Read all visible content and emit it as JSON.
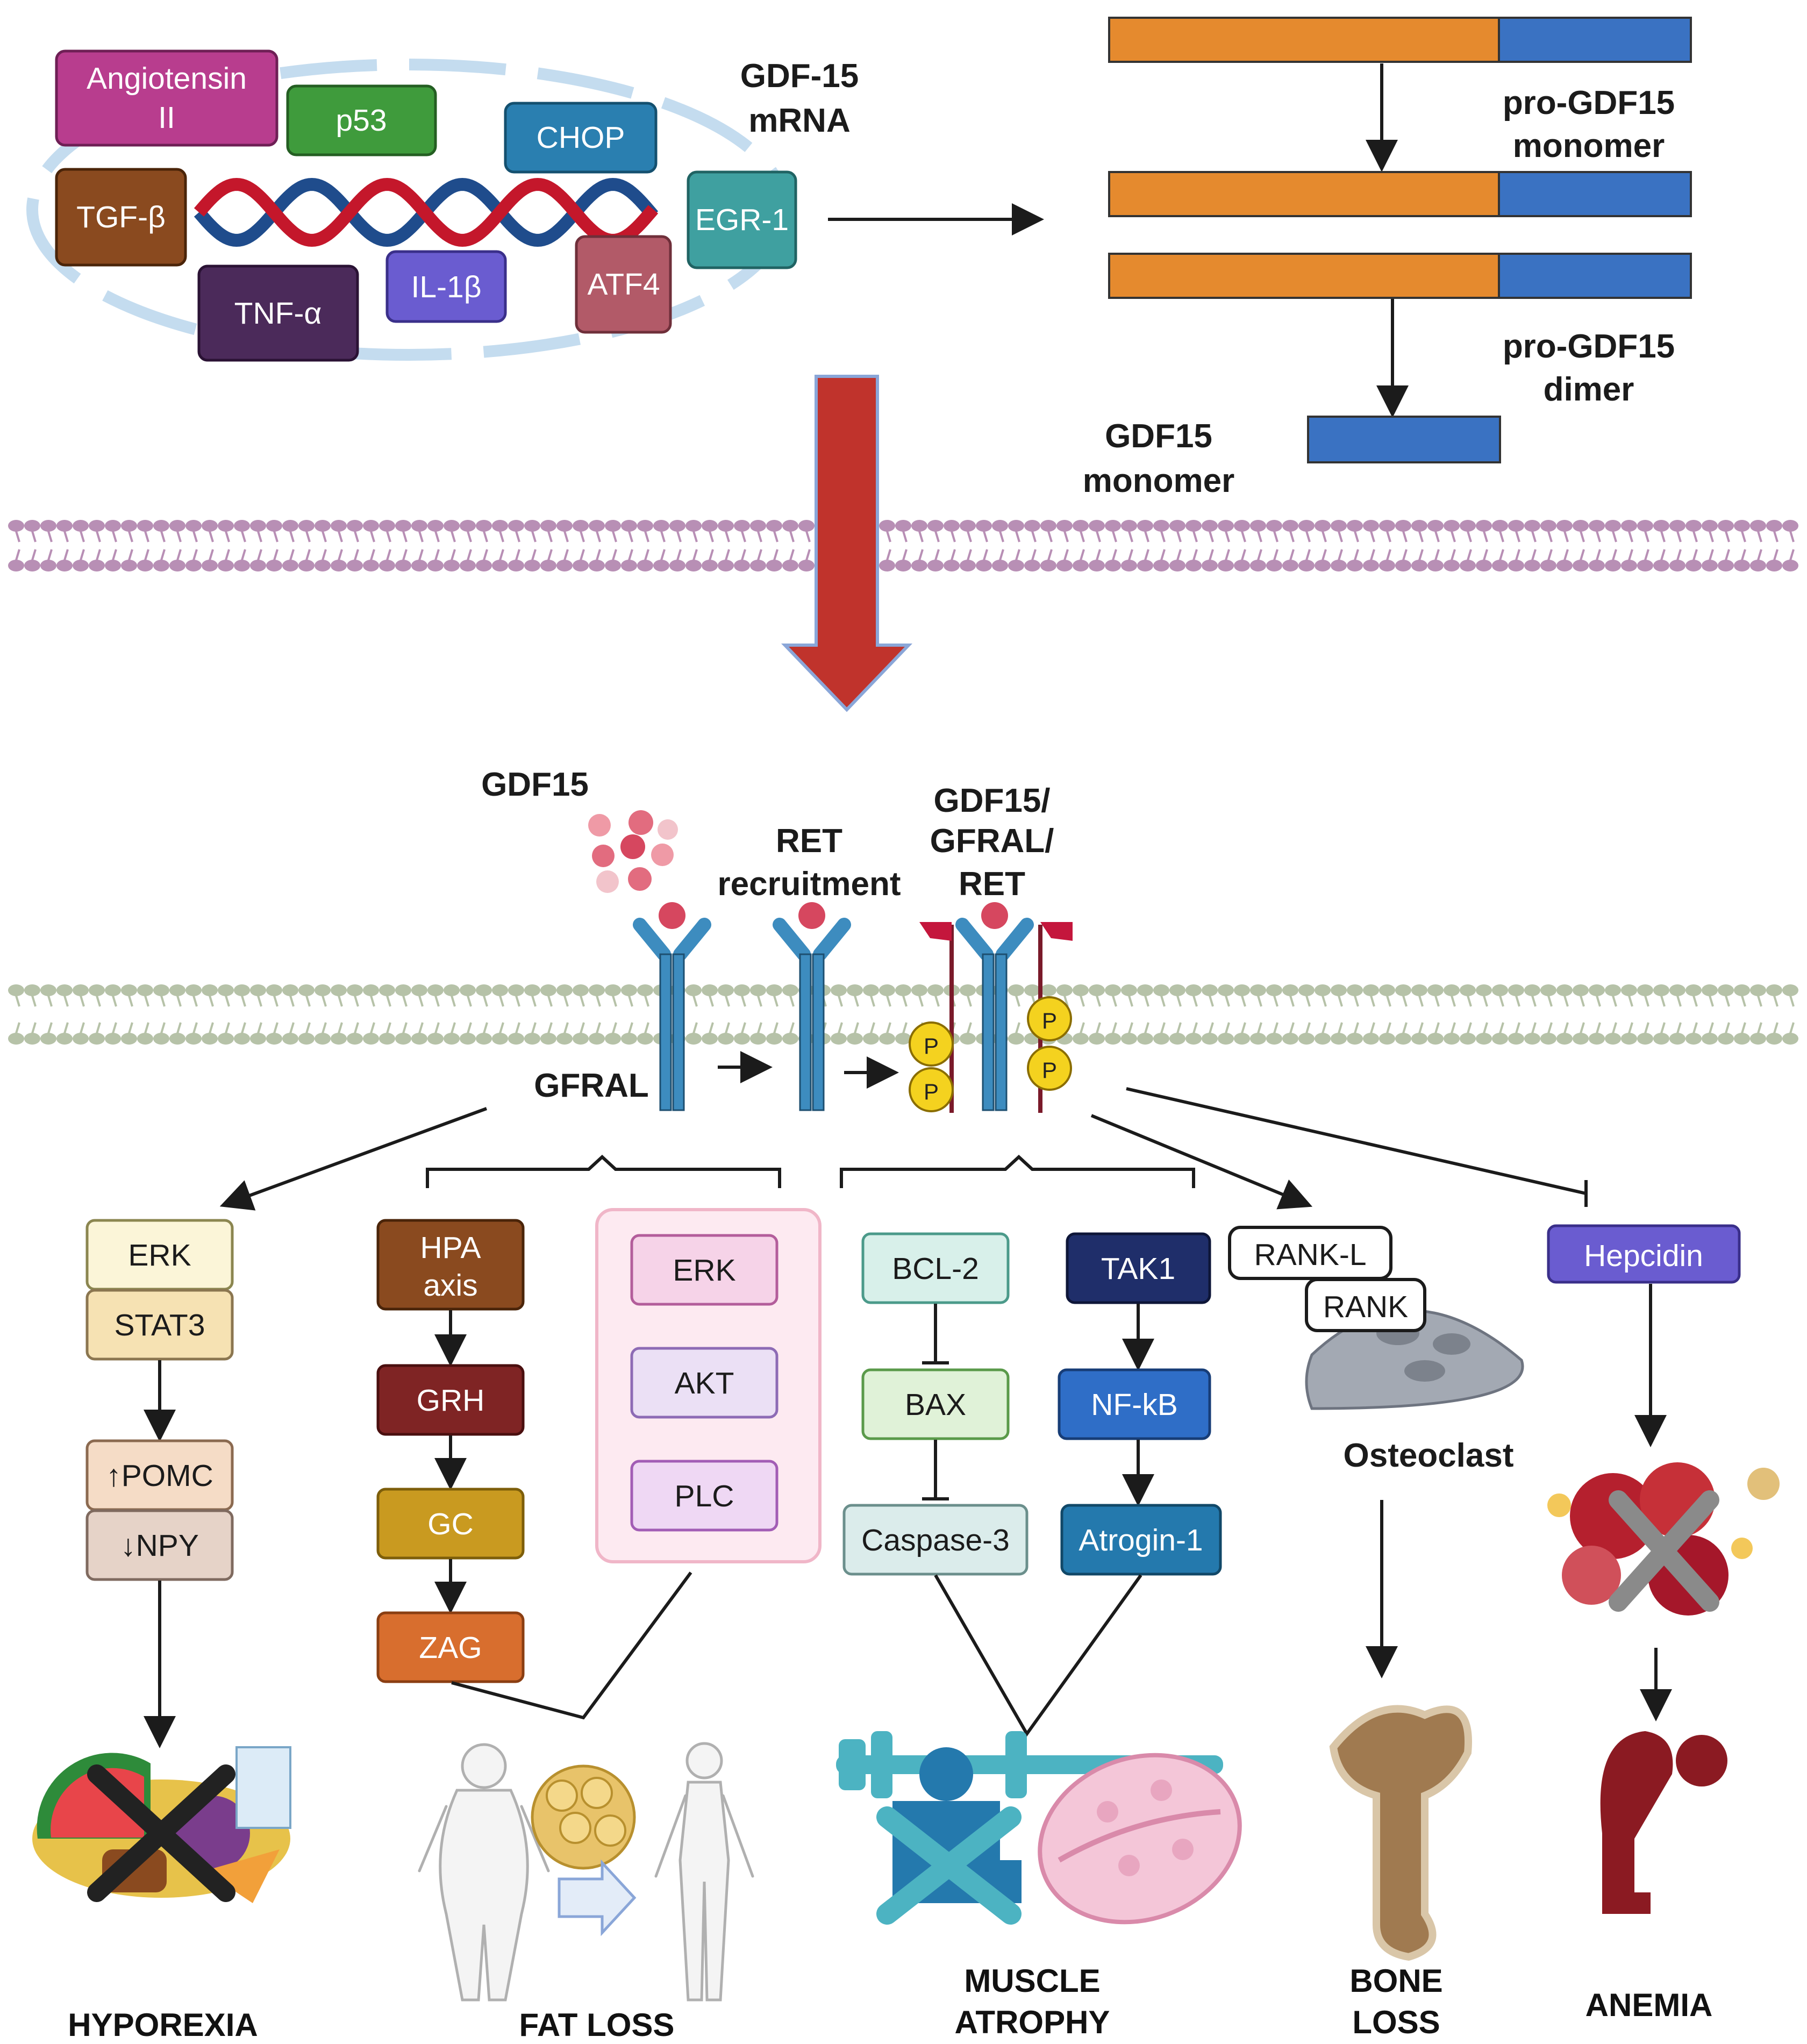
{
  "top": {
    "factors": {
      "angiotensin": "Angiotensin II",
      "p53": "p53",
      "chop": "CHOP",
      "tgfb": "TGF-β",
      "egr1": "EGR-1",
      "tnfa": "TNF-α",
      "il1b": "IL-1β",
      "atf4": "ATF4"
    },
    "mrna_label": [
      "GDF-15",
      "mRNA"
    ],
    "pro_monomer_label": [
      "pro-GDF15",
      "monomer"
    ],
    "pro_dimer_label": [
      "pro-GDF15",
      "dimer"
    ],
    "mature_monomer_label": [
      "GDF15",
      "monomer"
    ]
  },
  "receptor": {
    "gdf15_label": "GDF15",
    "ret_recruitment_label": [
      "RET",
      "recruitment"
    ],
    "complex_label": [
      "GDF15/",
      "GFRAL/",
      "RET"
    ],
    "gfral_label": "GFRAL",
    "phospho_label": "P"
  },
  "pathways": {
    "hyporexia": {
      "nodes": [
        "ERK",
        "STAT3",
        "↑POMC",
        "↓NPY"
      ],
      "outcome": "HYPOREXIA"
    },
    "hpa": {
      "nodes": [
        "HPA axis",
        "GRH",
        "GC",
        "ZAG"
      ]
    },
    "kinases": {
      "nodes": [
        "ERK",
        "AKT",
        "PLC"
      ]
    },
    "fat_outcome": "FAT LOSS",
    "apoptosis": {
      "nodes": [
        "BCL-2",
        "BAX",
        "Caspase-3"
      ]
    },
    "tak1": {
      "nodes": [
        "TAK1",
        "NF-kB",
        "Atrogin-1"
      ]
    },
    "muscle_outcome": [
      "MUSCLE",
      "ATROPHY"
    ],
    "bone": {
      "nodes": [
        "RANK-L",
        "RANK"
      ],
      "cell_label": "Osteoclast",
      "outcome": [
        "BONE",
        "LOSS"
      ]
    },
    "anemia": {
      "nodes": [
        "Hepcidin"
      ],
      "outcome": "ANEMIA"
    }
  },
  "colors": {
    "angiotensin": "#b83d8e",
    "p53": "#3f9b3c",
    "chop": "#2a7fb0",
    "tgfb": "#8a4a1f",
    "egr1": "#3fa0a0",
    "tnfa": "#4b2a5a",
    "il1b": "#6a5cd0",
    "atf4": "#b25a68",
    "pro_orange": "#e58a2e",
    "pro_blue": "#3a72c2",
    "big_arrow": "#c0332c",
    "membrane_purple": "#b88fb5",
    "membrane_green": "#b6c2a8",
    "receptor_blue": "#3d8cbf",
    "ret_red": "#c4163c",
    "phospho_yellow": "#f4d21f"
  }
}
